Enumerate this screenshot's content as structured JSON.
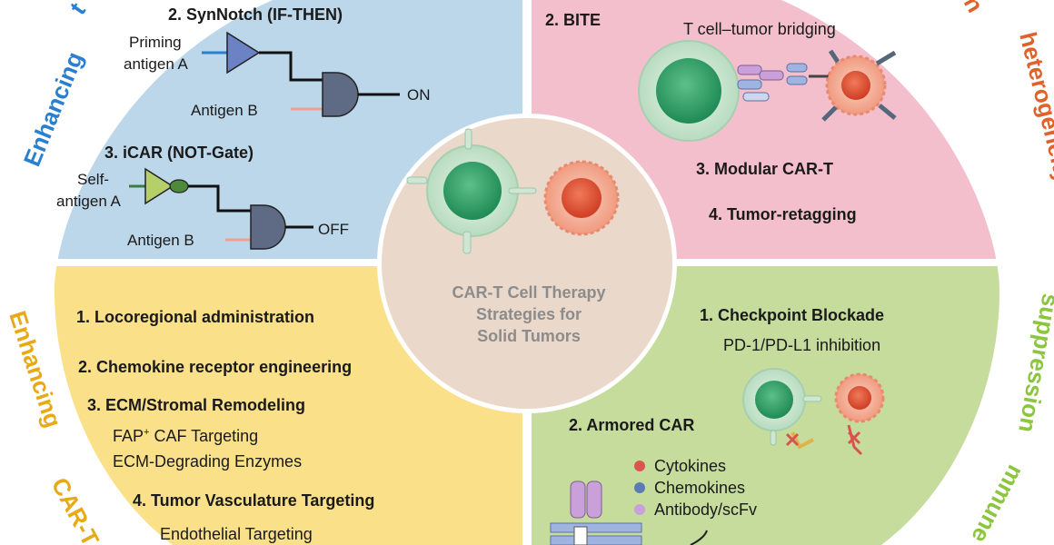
{
  "quadrants": {
    "top_left": {
      "arc_word_1": "Enhancing",
      "arc_word_2": "t",
      "synnotch": {
        "heading": "2. SynNotch (IF-THEN)",
        "input_1a": "Priming",
        "input_1b": "antigen A",
        "input_2": "Antigen B",
        "output": "ON"
      },
      "icar": {
        "heading": "3. iCAR (NOT-Gate)",
        "input_1a": "Self-",
        "input_1b": "antigen A",
        "input_2": "Antigen B",
        "output": "OFF"
      }
    },
    "top_right": {
      "arc_word_1": "heterogeneity",
      "arc_word_2": "n",
      "bite_heading": "2. BITE",
      "bite_caption": "T cell–tumor bridging",
      "item_3": "3. Modular CAR-T",
      "item_4": "4. Tumor-retagging"
    },
    "bottom_left": {
      "arc_word_1": "Enhancing",
      "arc_word_2": "CAR-T",
      "item_1": "1. Locoregional administration",
      "item_2": "2. Chemokine receptor engineering",
      "item_3": "3. ECM/Stromal Remodeling",
      "item_3_sub_1_main": "FAP",
      "item_3_sub_1_sup": "+",
      "item_3_sub_1_rest": " CAF Targeting",
      "item_3_sub_2": "ECM-Degrading Enzymes",
      "item_4": "4. Tumor Vasculature Targeting",
      "item_4_sub_1": "Endothelial Targeting"
    },
    "bottom_right": {
      "arc_word_1": "suppression",
      "arc_word_2": "mmune",
      "item_1": "1. Checkpoint Blockade",
      "item_1_sub": "PD-1/PD-L1 inhibition",
      "item_2": "2. Armored CAR",
      "legend": [
        {
          "label": "Cytokines",
          "color": "#d9534f"
        },
        {
          "label": "Chemokines",
          "color": "#5a7bb5"
        },
        {
          "label": "Antibody/scFv",
          "color": "#c9a0d9"
        }
      ]
    }
  },
  "center": {
    "line_1": "CAR-T Cell Therapy",
    "line_2": "Strategies for",
    "line_3": "Solid Tumors"
  },
  "colors": {
    "top_left_bg": "#bcd6ea",
    "top_right_bg": "#f4bfcd",
    "bottom_left_bg": "#fbe08a",
    "bottom_right_bg": "#c5dc9c",
    "center_bg": "#ead8cb",
    "center_text": "#8c8c8c",
    "blue_word": "#2a7fd0",
    "orange_word": "#e1612a",
    "yellow_word": "#e8a916",
    "green_word": "#8cc63f"
  }
}
